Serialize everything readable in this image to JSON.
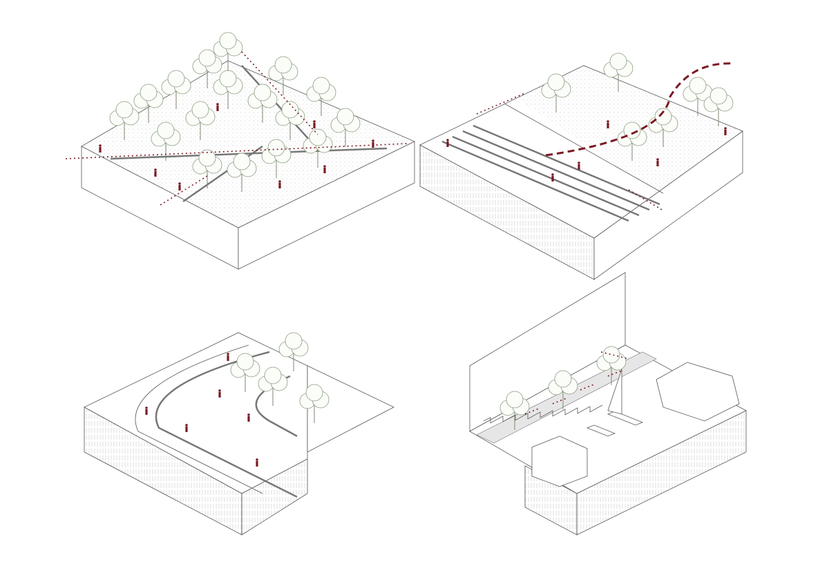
{
  "diagram": {
    "panels": [
      "forest-park",
      "waterfront-steps",
      "curved-promenade",
      "harbour-quay"
    ],
    "colors": {
      "people": "#7a1a22",
      "trees": "#8a9c7e",
      "lines": "#555555",
      "background": "#ffffff"
    },
    "icons": [
      "tree-icon",
      "person-icon",
      "dotted-arrow-icon",
      "boat-icon"
    ]
  }
}
